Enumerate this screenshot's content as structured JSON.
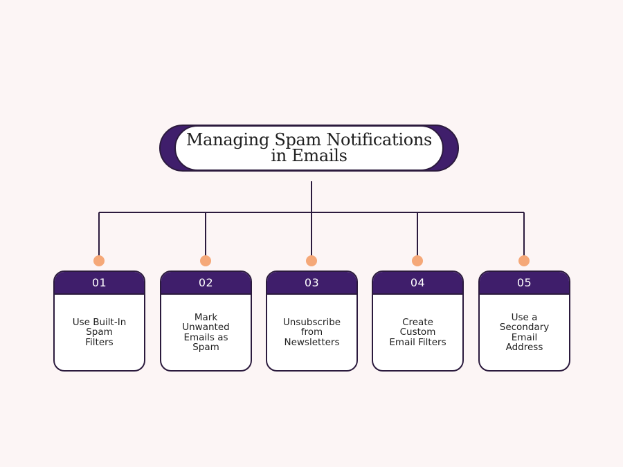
{
  "diagram": {
    "title": "Managing Spam Notifications\nin Emails",
    "steps": [
      {
        "number": "01",
        "label": "Use Built-In\nSpam\nFilters"
      },
      {
        "number": "02",
        "label": "Mark\nUnwanted\nEmails as\nSpam"
      },
      {
        "number": "03",
        "label": "Unsubscribe\nfrom\nNewsletters"
      },
      {
        "number": "04",
        "label": "Create\nCustom\nEmail Filters"
      },
      {
        "number": "05",
        "label": "Use a\nSecondary\nEmail\nAddress"
      }
    ]
  },
  "colors": {
    "background": "#fcf5f5",
    "accent_purple": "#3f1e6b",
    "outline": "#2b1a3d",
    "connector_dot": "#f5a878"
  }
}
